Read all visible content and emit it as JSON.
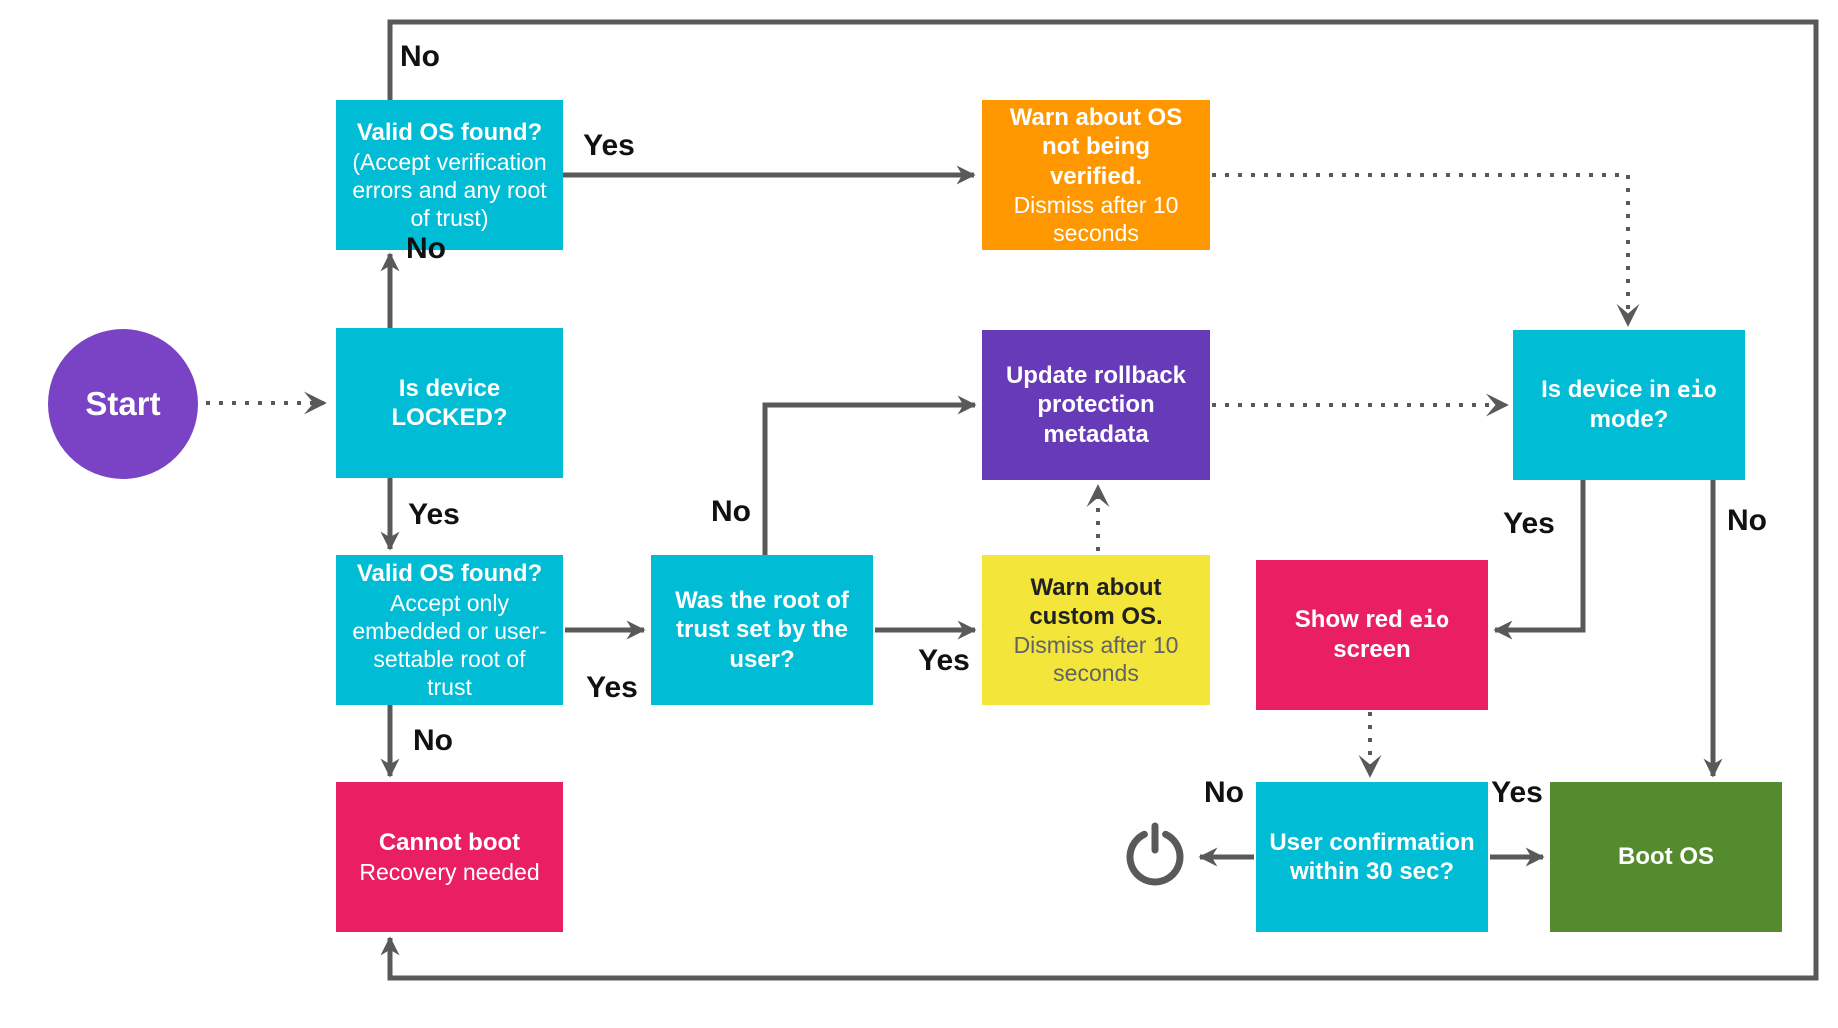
{
  "diagram": {
    "start": {
      "label": "Start"
    },
    "nodes": {
      "valid_os_any": {
        "title": "Valid OS found?",
        "subtitle": "(Accept verification errors and any root of trust)"
      },
      "warn_not_verified": {
        "title": "Warn about OS not being verified.",
        "subtitle": "Dismiss after 10 seconds"
      },
      "is_locked": {
        "title": "Is device LOCKED?"
      },
      "update_rollback": {
        "title": "Update rollback protection metadata"
      },
      "is_eio": {
        "pre": "Is device in ",
        "mono": "eio",
        "post": " mode?"
      },
      "valid_os_strict": {
        "title": "Valid OS found?",
        "subtitle": "Accept only embedded or user-settable root of trust"
      },
      "was_root": {
        "title": "Was the root of trust set by the user?"
      },
      "warn_custom": {
        "title": "Warn about custom OS.",
        "subtitle": "Dismiss after 10 seconds"
      },
      "show_red_eio": {
        "pre": "Show red ",
        "mono": "eio",
        "post": " screen"
      },
      "cannot_boot": {
        "title": "Cannot boot",
        "subtitle": "Recovery needed"
      },
      "user_confirmation": {
        "title": "User confirmation within 30 sec?"
      },
      "boot_os": {
        "title": "Boot OS"
      }
    },
    "edge_labels": {
      "loop_no": "No",
      "locked_no": "No",
      "valid_any_yes": "Yes",
      "locked_yes": "Yes",
      "strict_no": "No",
      "strict_yes": "Yes",
      "wasroot_no": "No",
      "wasroot_yes": "Yes",
      "eio_yes": "Yes",
      "eio_no": "No",
      "userconf_no": "No",
      "userconf_yes": "Yes"
    },
    "icons": {
      "power": "power-icon"
    },
    "colors": {
      "cyan": "#00BCD4",
      "orange": "#FF9800",
      "yellow": "#F4E53B",
      "purple": "#673AB7",
      "pink": "#E91E63",
      "green": "#558B2F",
      "start_circle": "#7A42C4",
      "connector": "#58595B",
      "label_text": "#111111",
      "yellow_box_title": "#202124",
      "yellow_box_subtitle": "#5F6368"
    }
  }
}
